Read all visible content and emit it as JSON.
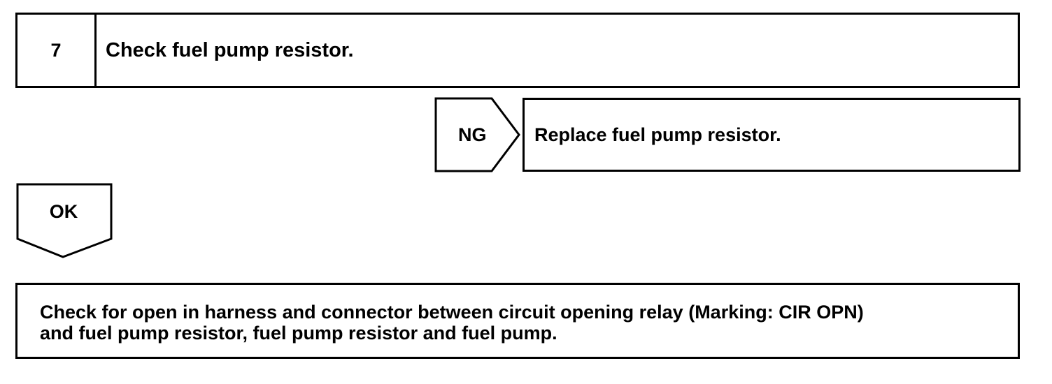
{
  "step": {
    "number": "7",
    "title": "Check fuel pump resistor."
  },
  "ng_branch": {
    "label": "NG",
    "action": "Replace fuel pump resistor."
  },
  "ok_branch": {
    "label": "OK"
  },
  "next_step": {
    "line1": "Check for open in harness and connector between circuit opening relay (Marking: CIR OPN)",
    "line2": "and fuel pump resistor, fuel pump resistor and fuel pump."
  }
}
